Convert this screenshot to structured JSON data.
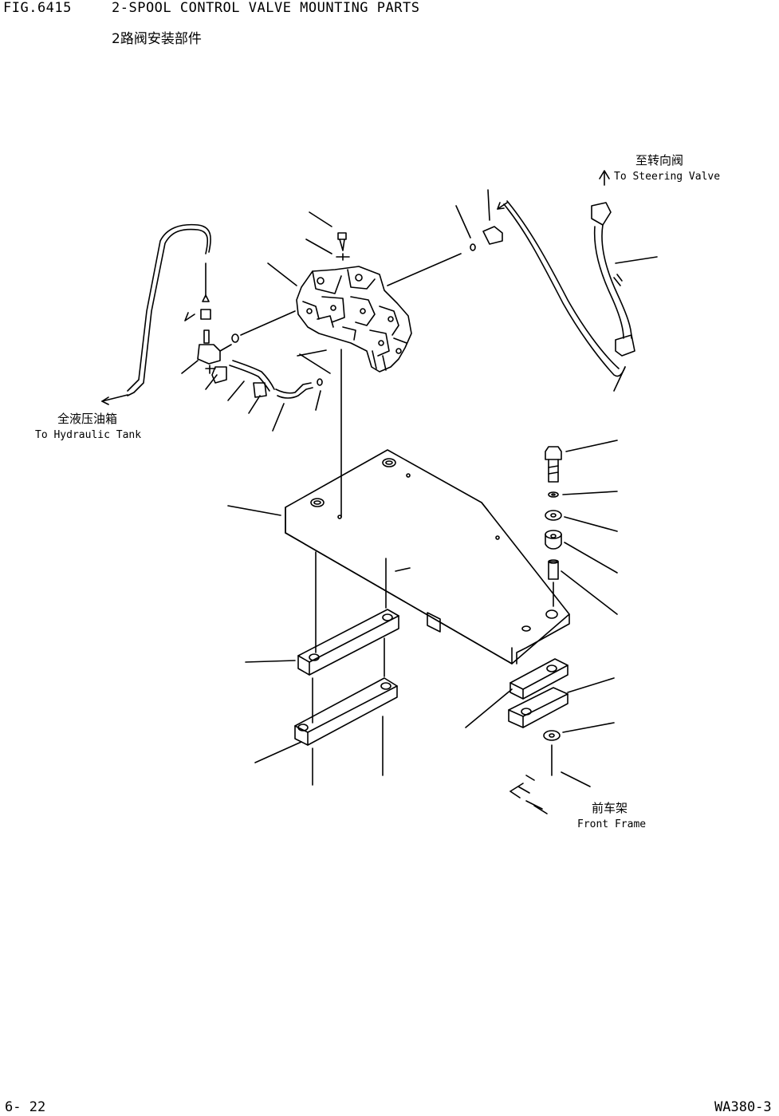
{
  "header": {
    "fig_no": "FIG.6415",
    "title_en": "2-SPOOL CONTROL VALVE MOUNTING PARTS",
    "title_cn": "2路阀安装部件"
  },
  "labels": {
    "steering_cn": "至转向阀",
    "steering_en": "To Steering Valve",
    "tank_cn": "全液压油箱",
    "tank_en": "To Hydraulic Tank",
    "frame_cn": "前车架",
    "frame_en": "Front Frame"
  },
  "footer": {
    "page": "6- 22",
    "model": "WA380-3"
  }
}
